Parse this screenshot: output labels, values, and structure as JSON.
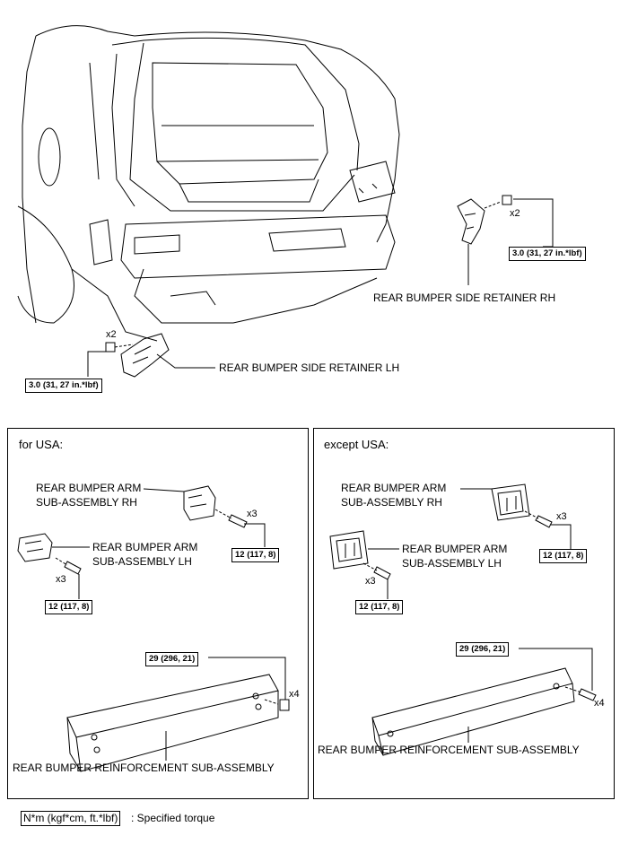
{
  "top": {
    "rh": {
      "label": "REAR BUMPER SIDE RETAINER RH",
      "qty": "x2",
      "torque": "3.0 (31, 27 in.*lbf)"
    },
    "lh": {
      "label": "REAR BUMPER SIDE RETAINER LH",
      "qty": "x2",
      "torque": "3.0 (31, 27 in.*lbf)"
    }
  },
  "panels": [
    {
      "title": "for USA:",
      "arm_rh": [
        "REAR BUMPER ARM",
        "SUB-ASSEMBLY RH"
      ],
      "arm_rh_qty": "x3",
      "arm_rh_torque": "12 (117, 8)",
      "arm_lh": [
        "REAR BUMPER ARM",
        "SUB-ASSEMBLY LH"
      ],
      "arm_lh_qty": "x3",
      "arm_lh_torque": "12 (117, 8)",
      "reinf_torque": "29 (296, 21)",
      "reinf_qty": "x4",
      "reinf_label": "REAR BUMPER REINFORCEMENT SUB-ASSEMBLY"
    },
    {
      "title": "except USA:",
      "arm_rh": [
        "REAR BUMPER ARM",
        "SUB-ASSEMBLY RH"
      ],
      "arm_rh_qty": "x3",
      "arm_rh_torque": "12 (117, 8)",
      "arm_lh": [
        "REAR BUMPER ARM",
        "SUB-ASSEMBLY LH"
      ],
      "arm_lh_qty": "x3",
      "arm_lh_torque": "12 (117, 8)",
      "reinf_torque": "29 (296, 21)",
      "reinf_qty": "x4",
      "reinf_label": "REAR BUMPER REINFORCEMENT SUB-ASSEMBLY"
    }
  ],
  "legend": {
    "unit": "N*m (kgf*cm, ft.*lbf)",
    "text": ": Specified torque"
  }
}
